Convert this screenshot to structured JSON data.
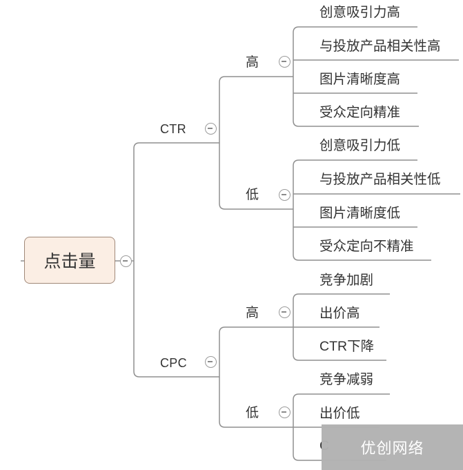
{
  "mindmap": {
    "root": {
      "label": "点击量"
    },
    "branches": [
      {
        "label": "CTR",
        "children": [
          {
            "label": "高",
            "leaves": [
              "创意吸引力高",
              "与投放产品相关性高",
              "图片清晰度高",
              "受众定向精准"
            ]
          },
          {
            "label": "低",
            "leaves": [
              "创意吸引力低",
              "与投放产品相关性低",
              "图片清晰度低",
              "受众定向不精准"
            ]
          }
        ]
      },
      {
        "label": "CPC",
        "children": [
          {
            "label": "高",
            "leaves": [
              "竞争加剧",
              "出价高",
              "CTR下降"
            ]
          },
          {
            "label": "低",
            "leaves": [
              "竞争减弱",
              "出价低",
              "C"
            ]
          }
        ]
      }
    ]
  },
  "watermark": {
    "text": "优创网络"
  },
  "icons": {
    "collapse": "collapse-minus-icon"
  },
  "colors": {
    "root_fill": "#fbeee4",
    "root_border": "#a08878",
    "line": "#8f8f8f",
    "text": "#333333",
    "watermark_bg": "#b2b2b2",
    "watermark_text": "#ffffff"
  }
}
